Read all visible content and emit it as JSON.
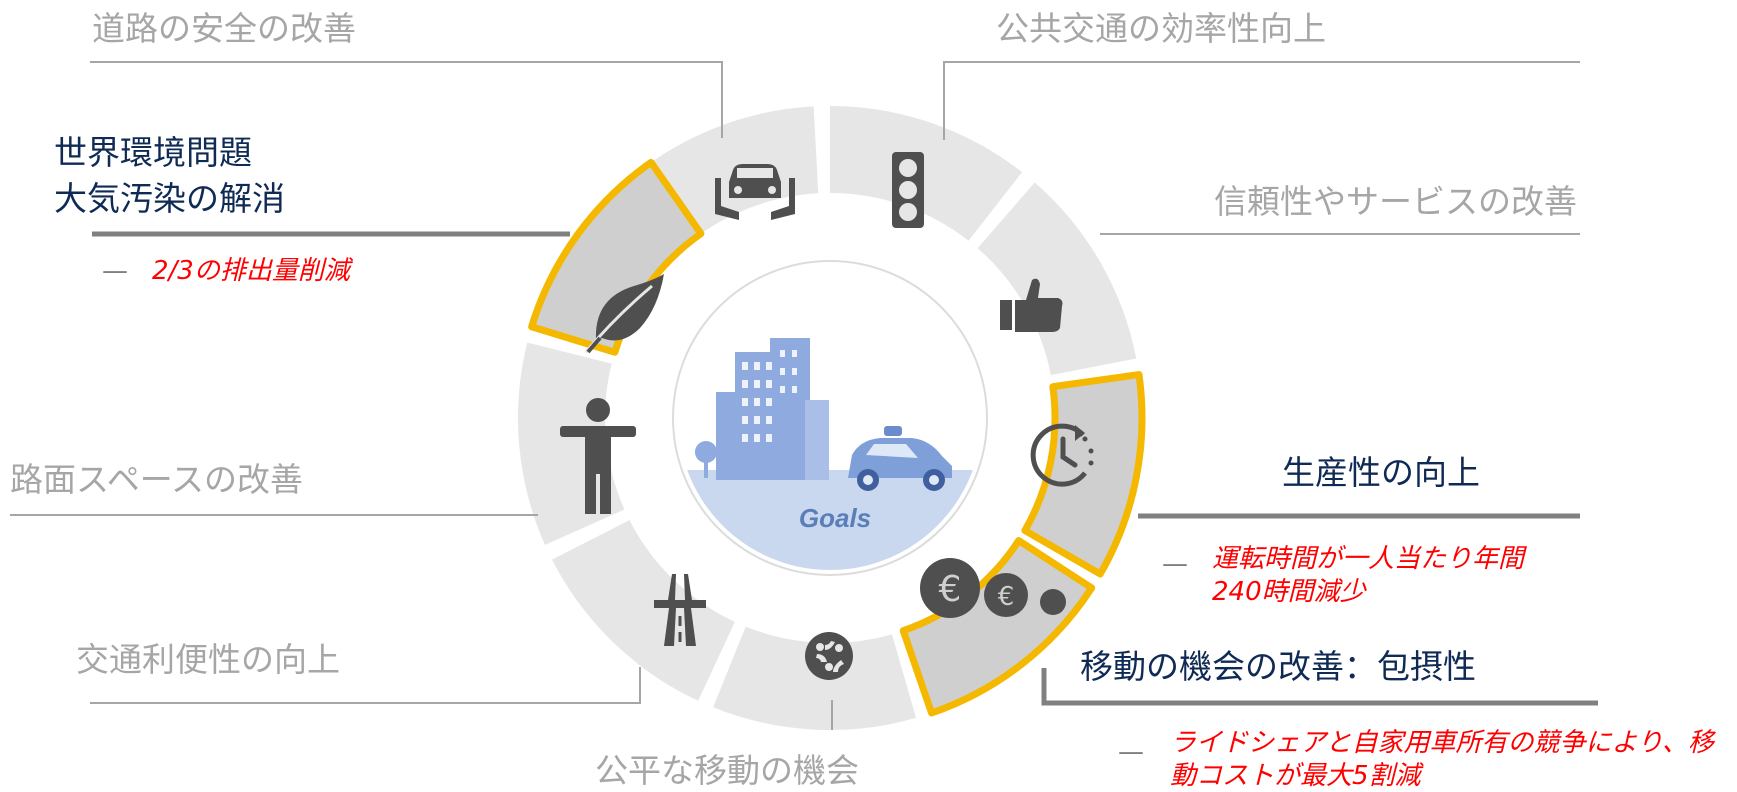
{
  "colors": {
    "segment": "#e6e6e6",
    "segment_selected": "#cfcfcf",
    "highlight": "#f5b800",
    "icon": "#4f4f4f",
    "navy": "#0f2a54",
    "gray_text": "#a6a6a6",
    "red_text": "#ff0000",
    "center_blue": "#b7c9e8"
  },
  "center": {
    "label": "Goals"
  },
  "goals": {
    "road_safety": {
      "label": "道路の安全の改善",
      "icon": "car-in-hands-icon"
    },
    "transit_efficiency": {
      "label": "公共交通の効率性向上",
      "icon": "traffic-light-icon"
    },
    "reliability": {
      "label": "信頼性やサービスの改善",
      "icon": "thumbs-up-icon"
    },
    "productivity": {
      "label": "生産性の向上",
      "icon": "clock-icon",
      "note": "運転時間が一人当たり年間240時間減少"
    },
    "mobility_inclusion": {
      "label": "移動の機会の改善：包摂性",
      "icon": "euro-coins-icon",
      "note": "ライドシェアと自家用車所有の競争により、移動コストが最大5割減"
    },
    "equitable_mobility": {
      "label": "公平な移動の機会",
      "icon": "inclusion-circle-icon"
    },
    "convenience": {
      "label": "交通利便性の向上",
      "icon": "highway-icon"
    },
    "road_space": {
      "label": "路面スペースの改善",
      "icon": "person-figure-icon"
    },
    "environment": {
      "label_line1": "世界環境問題",
      "label_line2": "大気汚染の解消",
      "icon": "leaf-icon",
      "note": "2/3の排出量削減"
    }
  },
  "bullet": "—"
}
